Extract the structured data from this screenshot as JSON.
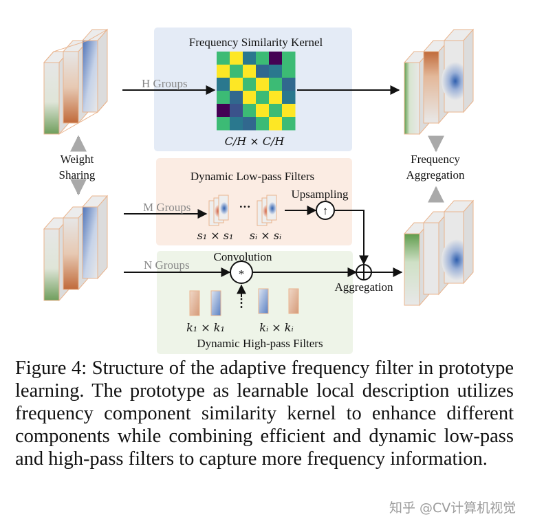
{
  "labels": {
    "kernel_title": "Frequency Similarity Kernel",
    "kernel_dims": "C/H × C/H",
    "h_groups": "H Groups",
    "m_groups": "M Groups",
    "n_groups": "N Groups",
    "weight_sharing_1": "Weight",
    "weight_sharing_2": "Sharing",
    "freq_agg_1": "Frequency",
    "freq_agg_2": "Aggregation",
    "lowpass_title": "Dynamic Low-pass Filters",
    "upsampling": "Upsampling",
    "convolution": "Convolution",
    "aggregation": "Aggregation",
    "highpass_title": "Dynamic High-pass Filters",
    "s1": "s₁ × s₁",
    "si": "sᵢ × sᵢ",
    "k1": "k₁ × k₁",
    "ki": "kᵢ × kᵢ",
    "dots": "···",
    "vdots": "⋮",
    "conv_symbol": "*",
    "up_symbol": "↑",
    "plus_symbol": "+"
  },
  "colors": {
    "kernel_panel": "#e4ebf6",
    "lowpass_panel": "#fbece3",
    "highpass_panel": "#eef4e8",
    "arrow_black": "#111111",
    "arrow_gray": "#a9a9a9",
    "cube_edge": "#e9b48e"
  },
  "kernel_matrix": [
    [
      "#3cbb75",
      "#fde725",
      "#2a788e",
      "#3cbb75",
      "#440154",
      "#3cbb75"
    ],
    [
      "#fde725",
      "#3cbb75",
      "#fde725",
      "#31688e",
      "#2a788e",
      "#3cbb75"
    ],
    [
      "#2a788e",
      "#fde725",
      "#3cbb75",
      "#fde725",
      "#3cbb75",
      "#31688e"
    ],
    [
      "#3cbb75",
      "#31688e",
      "#fde725",
      "#3cbb75",
      "#fde725",
      "#2a788e"
    ],
    [
      "#440154",
      "#3b528b",
      "#3cbb75",
      "#fde725",
      "#3cbb75",
      "#fde725"
    ],
    [
      "#3cbb75",
      "#2a788e",
      "#31688e",
      "#3cbb75",
      "#fde725",
      "#3cbb75"
    ]
  ],
  "caption": "Figure 4: Structure of the adaptive frequency filter in pro­totype learning. The prototype as learnable local descrip­tion utilizes frequency component similarity kernel to en­hance different components while combining efficient and dynamic low-pass and high-pass filters to capture more fre­quency information.",
  "watermark": "知乎 @CV计算机视觉"
}
